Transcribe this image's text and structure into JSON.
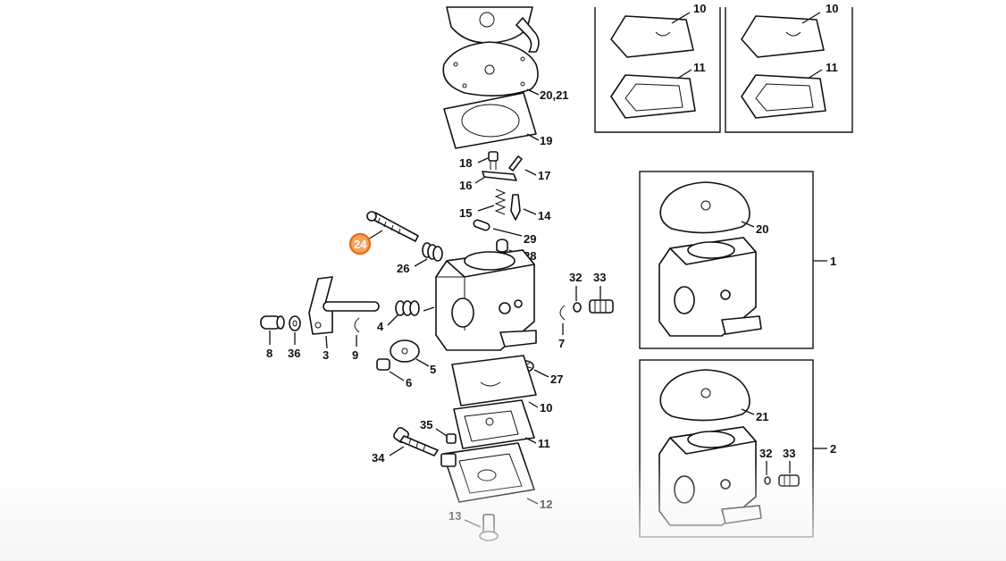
{
  "diagram": {
    "highlight": {
      "label": "24",
      "color": "#e8731a"
    },
    "parts": {
      "p20_21": "20,21",
      "p19": "19",
      "p18": "18",
      "p17": "17",
      "p16": "16",
      "p15": "15",
      "p14": "14",
      "p29": "29",
      "p28": "28",
      "p26": "26",
      "p32": "32",
      "p33": "33",
      "p4": "4",
      "p7": "7",
      "p8": "8",
      "p36": "36",
      "p3": "3",
      "p9": "9",
      "p5": "5",
      "p6": "6",
      "p27": "27",
      "p10": "10",
      "p35": "35",
      "p11": "11",
      "p34": "34",
      "p12": "12",
      "p13": "13"
    },
    "inset_top_left": {
      "a": "10",
      "b": "11"
    },
    "inset_top_right": {
      "a": "10",
      "b": "11"
    },
    "inset_1": {
      "gasket": "20",
      "callout": "1"
    },
    "inset_2": {
      "gasket": "21",
      "p32": "32",
      "p33": "33",
      "callout": "2"
    }
  }
}
